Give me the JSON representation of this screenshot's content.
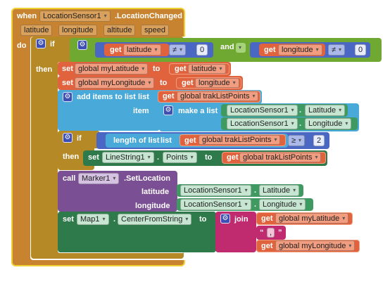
{
  "event": {
    "when": "when",
    "component": "LocationSensor1",
    "event_name": ".LocationChanged",
    "params": [
      "latitude",
      "longitude",
      "altitude",
      "speed"
    ],
    "do": "do"
  },
  "if1": {
    "if": "if",
    "left": {
      "get": "get",
      "var": "latitude"
    },
    "op1": "≠",
    "num1": "0",
    "and": "and",
    "right": {
      "get": "get",
      "var": "longitude"
    },
    "op2": "≠",
    "num2": "0",
    "then": "then"
  },
  "set_lat": {
    "set": "set",
    "var": "global myLatitude",
    "to": "to",
    "get": "get",
    "value": "latitude"
  },
  "set_lon": {
    "set": "set",
    "var": "global myLongitude",
    "to": "to",
    "get": "get",
    "value": "longitude"
  },
  "add_items": {
    "label": "add items to list",
    "list_label": "list",
    "get": "get",
    "list_var": "global trakListPoints",
    "item_label": "item",
    "make_list": "make a list",
    "component1": "LocationSensor1",
    "prop1": "Latitude",
    "component2": "LocationSensor1",
    "prop2": "Longitude"
  },
  "if2": {
    "if": "if",
    "length_label": "length of list",
    "list_label": "list",
    "get": "get",
    "list_var": "global trakListPoints",
    "op": "≥",
    "num": "2",
    "then": "then",
    "set": "set",
    "component": "LineString1",
    "prop": "Points",
    "to": "to",
    "get2": "get",
    "value": "global trakListPoints"
  },
  "call_marker": {
    "call": "call",
    "component": "Marker1",
    "method": ".SetLocation",
    "lat_label": "latitude",
    "lat_component": "LocationSensor1",
    "lat_prop": "Latitude",
    "lon_label": "longitude",
    "lon_component": "LocationSensor1",
    "lon_prop": "Longitude"
  },
  "set_map": {
    "set": "set",
    "component": "Map1",
    "prop": "CenterFromString",
    "to": "to",
    "join": "join",
    "get1": "get",
    "var1": "global myLatitude",
    "text": ",",
    "get2": "get",
    "var2": "global myLongitude"
  },
  "colors": {
    "event": "#c88330",
    "control": "#b58a26",
    "logic": "#6fa932",
    "math": "#4a67c4",
    "variables": "#e0633e",
    "lists": "#49a9d8",
    "component_set": "#2f7a4a",
    "component_get": "#3f9a62",
    "method": "#7a4f93",
    "text": "#c02a6e"
  }
}
